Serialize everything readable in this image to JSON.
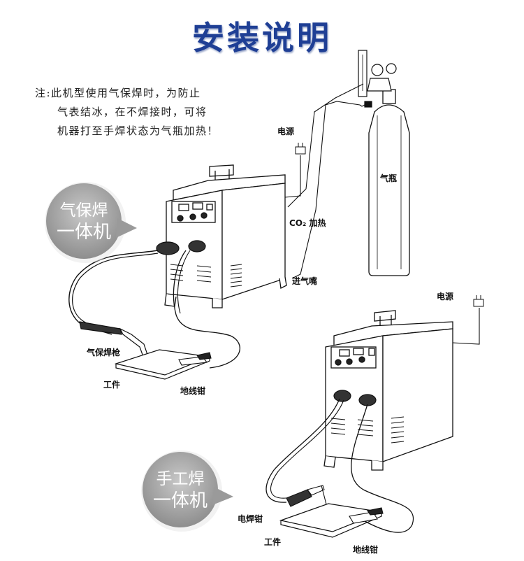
{
  "title": "安装说明",
  "note": {
    "lines": [
      "注:此机型使用气保焊时，为防止",
      "气表结冰，在不焊接时，可将",
      "机器打至手焊状态为气瓶加热！"
    ]
  },
  "labels": {
    "power_1": "电源",
    "co2_heat": "CO₂ 加热",
    "gas_inlet": "进气嘴",
    "gas_cylinder": "气瓶",
    "mig_torch": "气保焊枪",
    "workpiece_1": "工件",
    "ground_clamp_1": "地线钳",
    "power_2": "电源",
    "electrode_holder": "电焊钳",
    "workpiece_2": "工件",
    "ground_clamp_2": "地线钳"
  },
  "badges": {
    "mig": {
      "line1": "气保焊",
      "line2": "一体机"
    },
    "mma": {
      "line1": "手工焊",
      "line2": "一体机"
    }
  }
}
